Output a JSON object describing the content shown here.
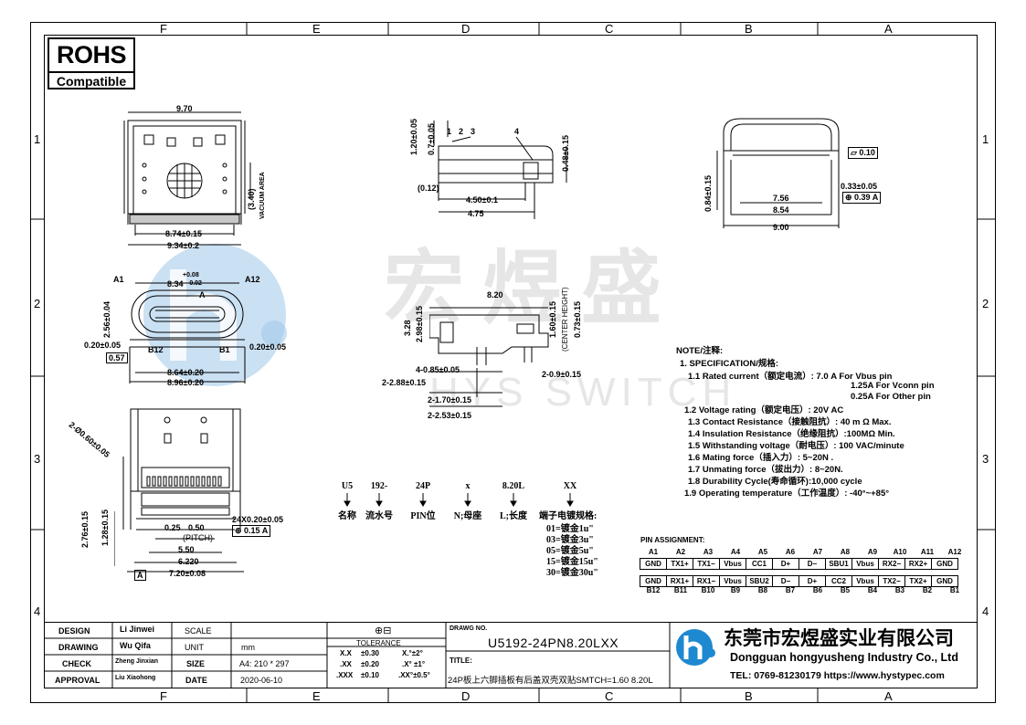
{
  "zones": {
    "columns": [
      "F",
      "E",
      "D",
      "C",
      "B",
      "A"
    ],
    "rows": [
      "1",
      "2",
      "3",
      "4"
    ]
  },
  "rohs": {
    "line1": "ROHS",
    "line2": "Compatible"
  },
  "watermark": {
    "text": "宏煜盛",
    "subtext": "HYS SWITCH"
  },
  "view1": {
    "width": "9.70",
    "inner": "8.74±0.15",
    "outer": "9.34±0.2",
    "vac": "(3.40)",
    "vac_label": "VACUUM AREA"
  },
  "view2": {
    "d1": "1.20±0.05",
    "d2": "0.7±0.05",
    "d3": "0.48±0.15",
    "d4": "(0.12)",
    "d5": "4.50±0.1",
    "d6": "4.75",
    "callouts": [
      "1",
      "2",
      "3",
      "4"
    ]
  },
  "view3": {
    "flat": "0.10",
    "d1": "0.33±0.05",
    "pos": "0.39",
    "pos_ref": "A",
    "d2": "7.56",
    "d3": "8.54",
    "d4": "9.00",
    "d5": "0.84±0.15"
  },
  "view4": {
    "a1": "A1",
    "a12": "A12",
    "b12": "B12",
    "b1": "B1",
    "tol_top": "+0.08",
    "tol_bot": "-0.02",
    "nom": "8.34",
    "h1": "2.56±0.04",
    "l1": "0.20±0.05",
    "l2": "0.57",
    "r1": "0.20±0.05",
    "w1": "8.64±0.20",
    "w2": "8.96±0.20",
    "datum": "A"
  },
  "view5": {
    "w": "8.20",
    "h1": "3.28",
    "h2": "2.98±0.15",
    "h3": "1.60±0.15",
    "h3b": "(CENTER HEIGHT)",
    "h4": "0.73±0.15",
    "d1": "4-0.85±0.05",
    "d2": "2-2.88±0.15",
    "d3": "2-1.70±0.15",
    "d4": "2-2.53±0.15",
    "d5": "2-0.9±0.15"
  },
  "view6": {
    "d_angle": "2-Ø0.60±0.05",
    "d_left1": "2.76±0.15",
    "d_left2": "1.28±0.15",
    "p1": "0.25",
    "p2": "0.50",
    "pitch": "(PITCH)",
    "w1": "5.50",
    "w2": "6.220",
    "w3": "7.20±0.08",
    "r1": "24X0.20±0.05",
    "pos": "0.15",
    "pos_ref": "A",
    "datum": "A"
  },
  "partnum": {
    "codes": [
      "U5",
      "192-",
      "24P",
      "x",
      "8.20L",
      "XX"
    ],
    "names": [
      "名称",
      "流水号",
      "PIN位",
      "N;母座",
      "L;长度",
      "端子电镀规格:"
    ],
    "plating": [
      "01=镀金1u\"",
      "03=镀金3u\"",
      "05=镀金5u\"",
      "15=镀金15u\"",
      "30=镀金30u\""
    ]
  },
  "notes": {
    "title": "NOTE/注释:",
    "spec": "1. SPECIFICATION/规格:",
    "lines": [
      "1.1  Rated current（额定电流）: 7.0 A For Vbus pin",
      "1.25A For Vconn pin",
      "0.25A For Other pin",
      "1.2 Voltage rating（额定电压）: 20V AC",
      "1.3  Contact Resistance（接触阻抗）: 40 m Ω Max.",
      "1.4  Insulation Resistance（绝缘阻抗）:100MΩ Min.",
      "1.5  Withstanding voltage（耐电压）: 100 VAC/minute",
      "1.6  Mating force（插入力）: 5~20N .",
      "1.7  Unmating force（拔出力）: 8~20N.",
      "1.8  Durability Cycle(寿命循环):10,000  cycle",
      "1.9 Operating temperature（工作温度）: -40°~+85°"
    ]
  },
  "pins": {
    "title": "PIN ASSIGNMENT:",
    "top_labels": [
      "A1",
      "A2",
      "A3",
      "A4",
      "A5",
      "A6",
      "A7",
      "A8",
      "A9",
      "A10",
      "A11",
      "A12"
    ],
    "row_a": [
      "GND",
      "TX1+",
      "TX1−",
      "Vbus",
      "CC1",
      "D+",
      "D−",
      "SBU1",
      "Vbus",
      "RX2−",
      "RX2+",
      "GND"
    ],
    "row_b": [
      "GND",
      "RX1+",
      "RX1−",
      "Vbus",
      "SBU2",
      "D−",
      "D+",
      "CC2",
      "Vbus",
      "TX2−",
      "TX2+",
      "GND"
    ],
    "bottom_labels": [
      "B12",
      "B11",
      "B10",
      "B9",
      "B8",
      "B7",
      "B6",
      "B5",
      "B4",
      "B3",
      "B2",
      "B1"
    ]
  },
  "titleblock": {
    "design_label": "DESIGN",
    "design": "Li Jinwei",
    "scale_label": "SCALE",
    "drawing_label": "DRAWING",
    "drawing": "Wu Qifa",
    "unit_label": "UNIT",
    "unit": "mm",
    "check_label": "CHECK",
    "check": "Zheng Jinxian",
    "size_label": "SIZE",
    "size": "A4: 210 * 297",
    "approval_label": "APPROVAL",
    "approval": "Liu Xiaohong",
    "date_label": "DATE",
    "date": "2020-06-10",
    "tolerance_label": "TOLERANCE",
    "tol": [
      [
        "X.X",
        "±0.30",
        "X.°±2°"
      ],
      [
        ".XX",
        "±0.20",
        ".X° ±1°"
      ],
      [
        ".XXX",
        "±0.10",
        ".XX°±0.5°"
      ]
    ],
    "drawno_label": "DRAWG NO.",
    "drawno": "U5192-24PN8.20LXX",
    "title_label": "TITLE:",
    "title": "24P板上六脚插板有后盖双壳双贴SMTCH=1.60 8.20L",
    "company_cn": "东莞市宏煜盛实业有限公司",
    "company_en": "Dongguan hongyusheng Industry Co., Ltd",
    "contact": "TEL: 0769-81230179  https://www.hystypec.com"
  },
  "colors": {
    "logo_blue": "#1e88d0",
    "watermark_blue": "#9ec7ea"
  }
}
